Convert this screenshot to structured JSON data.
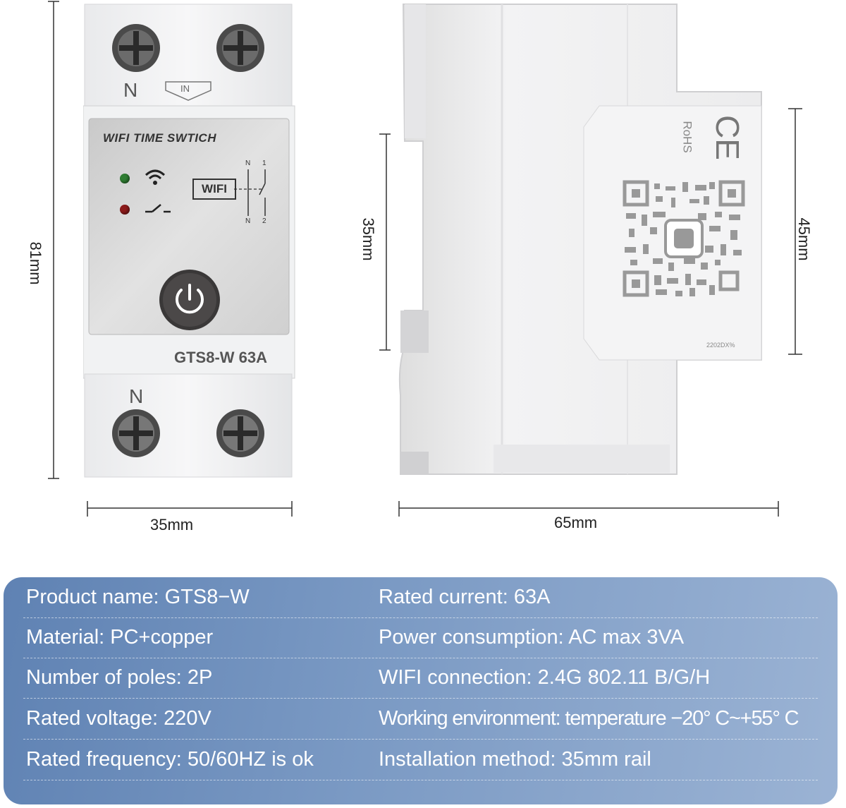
{
  "front_view": {
    "title_label": "WIFI TIME SWTICH",
    "wifi_box_label": "WIFI",
    "model_label": "GTS8-W 63A",
    "top_n_label": "N",
    "in_label": "IN",
    "bottom_n_label": "N",
    "diagram_n_top": "N",
    "diagram_1_top": "1",
    "diagram_n_bottom": "N",
    "diagram_2_bottom": "2",
    "led_green_color": "#2f7d32",
    "led_red_color": "#8b1a1a"
  },
  "side_view": {
    "rohs_label": "RoHS",
    "ce_label": "CE",
    "serial_label": "2202DX%"
  },
  "dimensions": {
    "height_front": "81mm",
    "width_front": "35mm",
    "height_side_left": "35mm",
    "height_side_right": "45mm",
    "width_side": "65mm"
  },
  "specs": {
    "left": [
      "Product name: GTS8−W",
      "Material: PC+copper",
      "Number of poles: 2P",
      "Rated voltage: 220V",
      "Rated frequency: 50/60HZ is ok"
    ],
    "right": [
      "Rated current: 63A",
      "Power consumption: AC max 3VA",
      "WIFI connection: 2.4G 802.11 B/G/H",
      "Working environment: temperature −20° C~+55° C",
      "Installation method: 35mm rail"
    ]
  }
}
